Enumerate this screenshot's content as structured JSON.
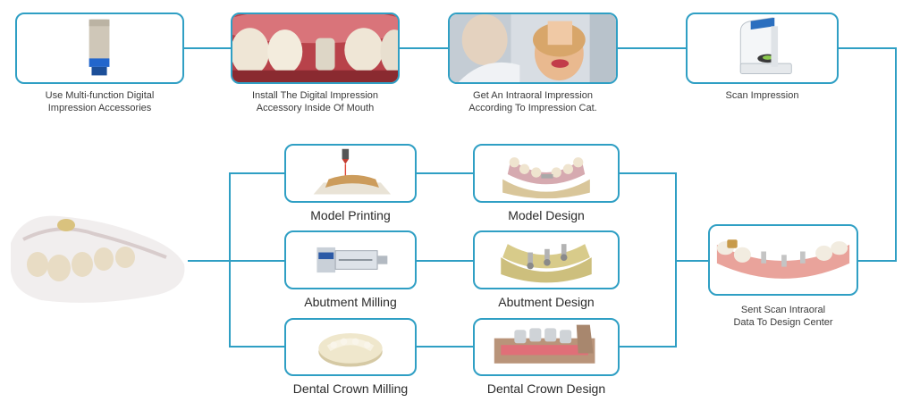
{
  "top_steps": [
    {
      "id": "accessories",
      "caption_lines": [
        "Use Multi-function Digital",
        "Impression Accessories"
      ],
      "icon": "impression-accessory-icon"
    },
    {
      "id": "install",
      "caption_lines": [
        "Install The Digital Impression",
        "Accessory Inside Of Mouth"
      ],
      "icon": "mouth-install-photo"
    },
    {
      "id": "intraoral",
      "caption_lines": [
        "Get An Intraoral Impression",
        "According To Impression Cat."
      ],
      "icon": "patient-photo"
    },
    {
      "id": "scan",
      "caption_lines": [
        "Scan Impression"
      ],
      "icon": "desktop-scanner-icon"
    }
  ],
  "send_step": {
    "caption_lines": [
      "Sent Scan Intraoral",
      "Data To Design Center"
    ],
    "icon": "scan-data-jaw-icon"
  },
  "production": [
    {
      "left": "Model Printing",
      "right": "Model Design"
    },
    {
      "left": "Abutment Milling",
      "right": "Abutment Design"
    },
    {
      "left": "Dental Crown Milling",
      "right": "Dental Crown Design"
    }
  ],
  "colors": {
    "line": "#2f9fc4",
    "border": "#2f9fc4"
  }
}
